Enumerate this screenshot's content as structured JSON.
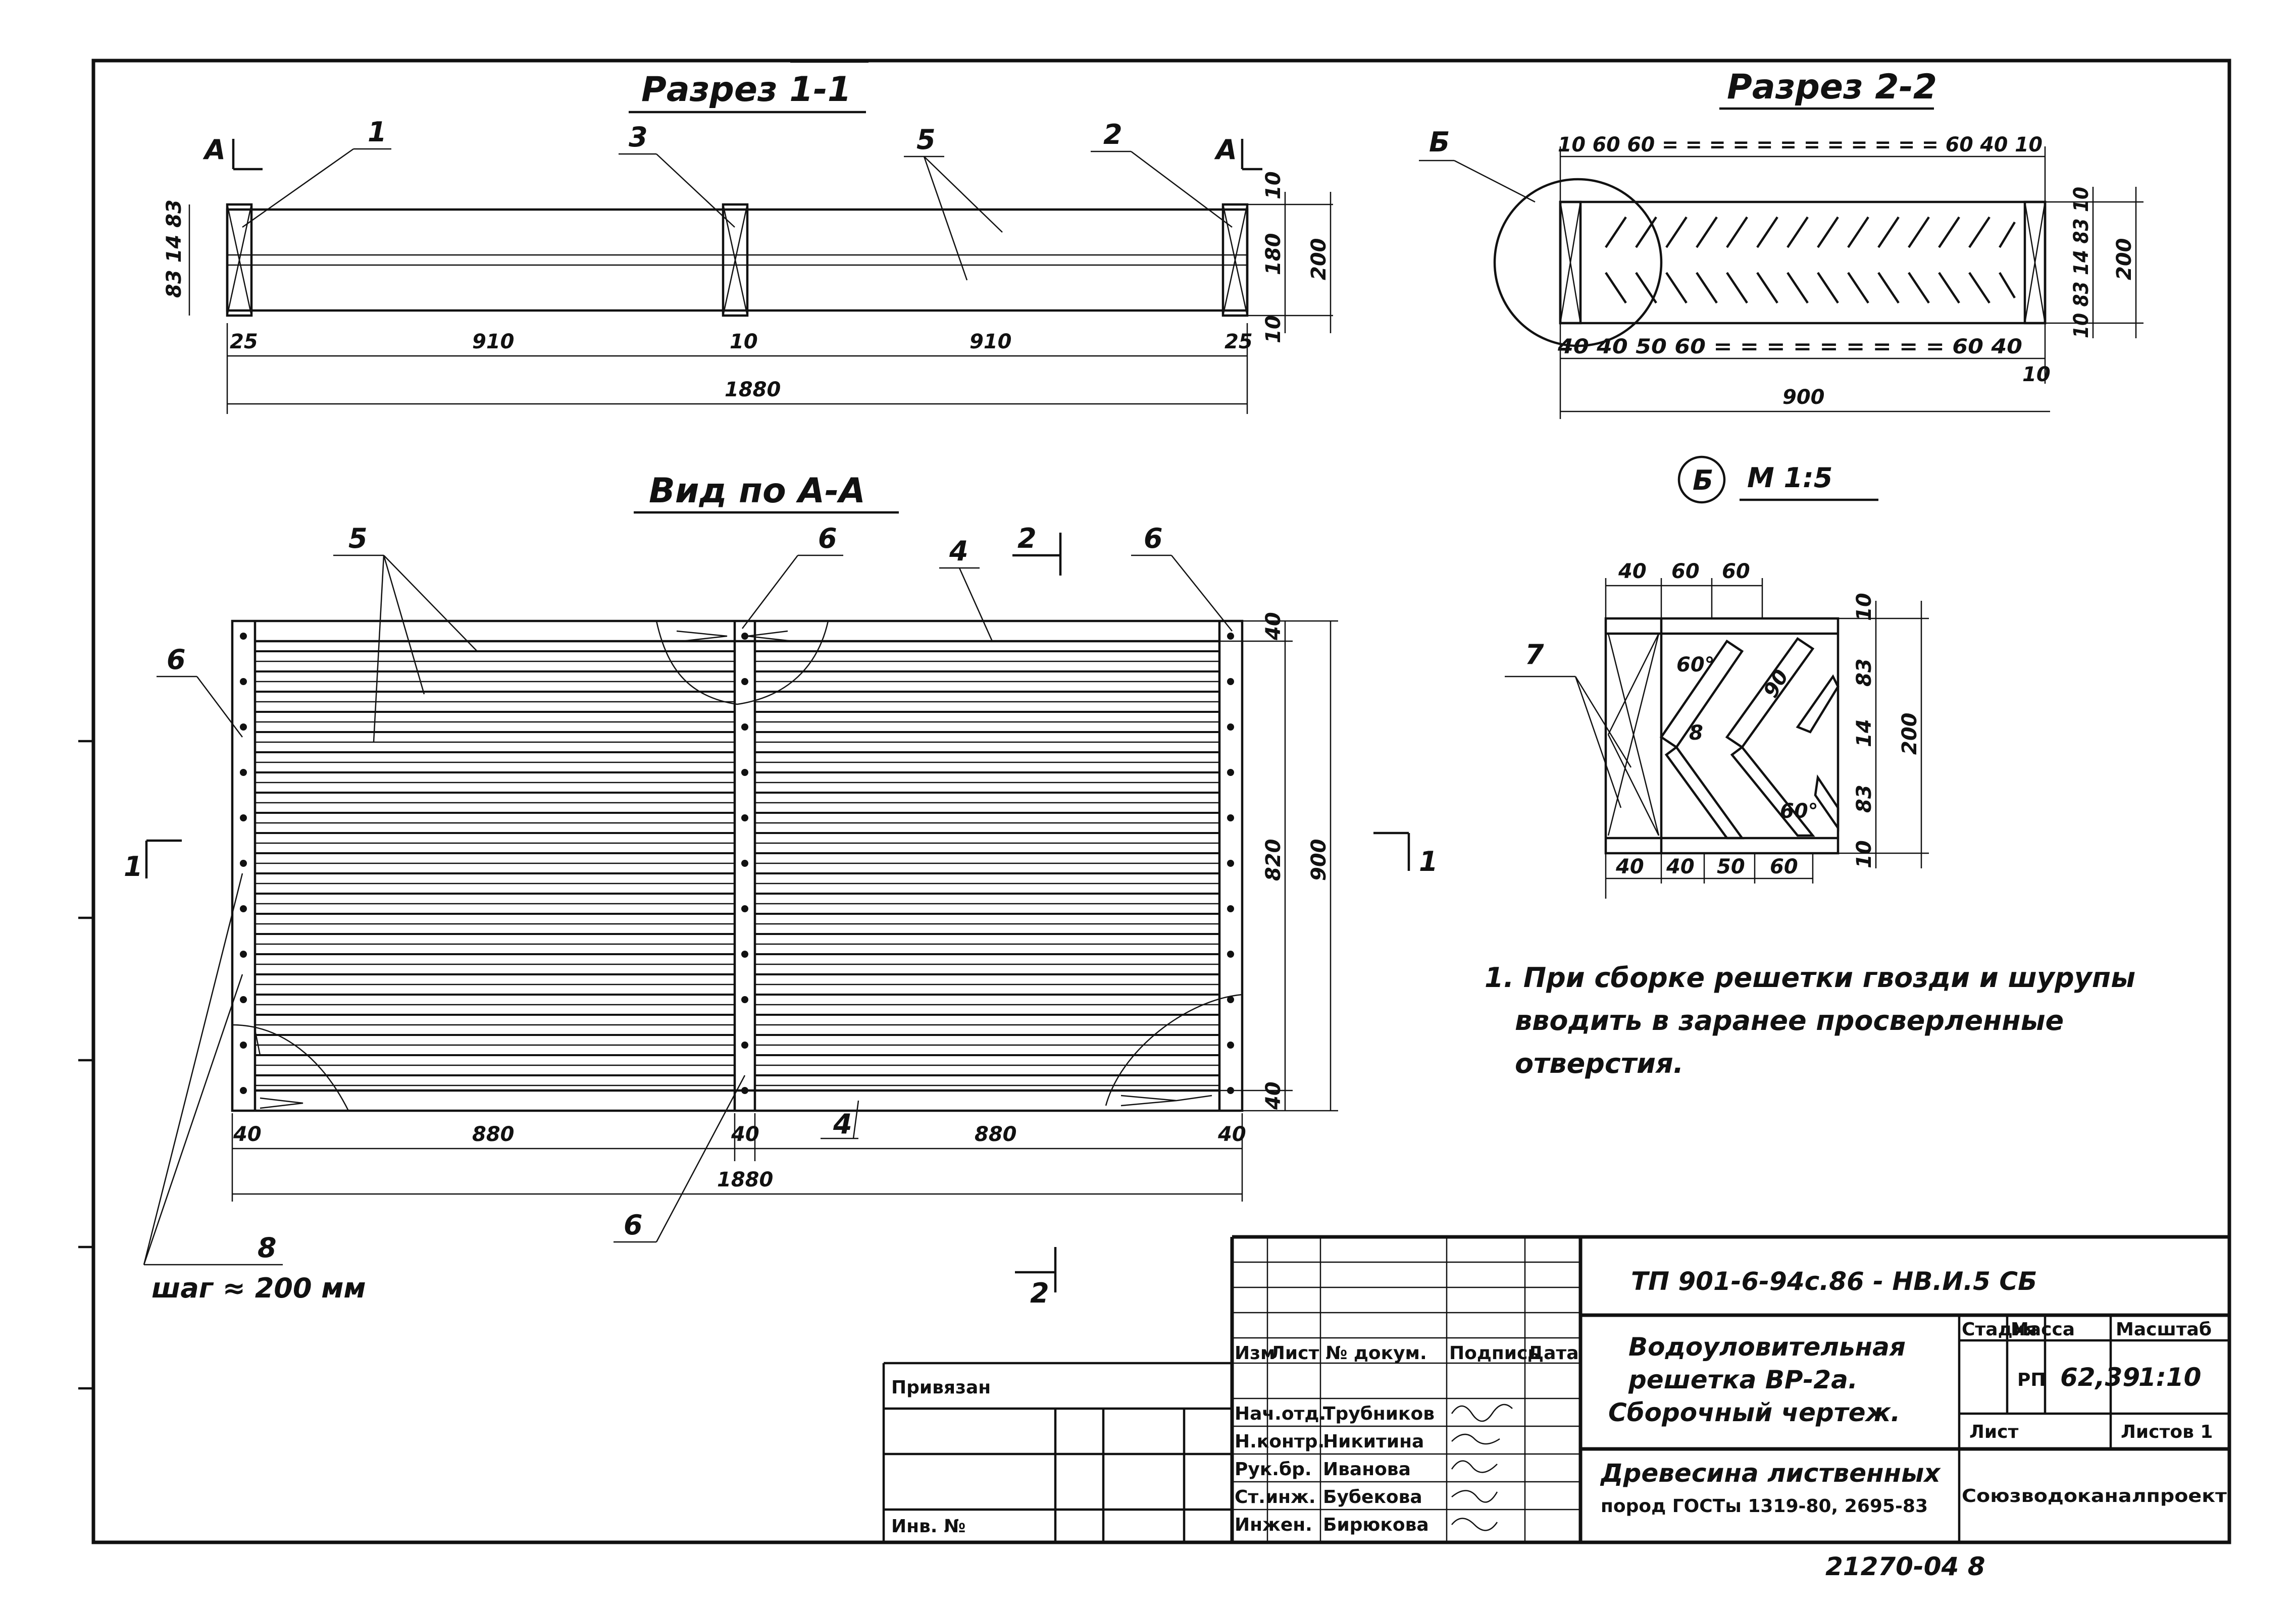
{
  "titles": {
    "section_1": "Разрез 1-1",
    "section_2": "Разрез 2-2",
    "view_aa": "Вид по А-А",
    "detail_label": "Б",
    "detail_scale": "М 1:5"
  },
  "markers": {
    "a_left": "А",
    "a_right": "А",
    "cut1_left": "1",
    "cut1_right": "1",
    "cut2_top": "2",
    "cut2_bottom": "2",
    "detail_ref": "Б"
  },
  "callouts": {
    "c1": "1",
    "c2": "2",
    "c3": "3",
    "c4_top": "4",
    "c4_bottom": "4",
    "c5_sec": "5",
    "c5_view": "5",
    "c6_left": "6",
    "c6_topmid": "6",
    "c6_topright": "6",
    "c6_bottom": "6",
    "c7": "7",
    "c8": "8",
    "step": "шаг ≈ 200 мм"
  },
  "section_1_dims": {
    "left_stack": "83 14 83",
    "d25_left": "25",
    "d910_left": "910",
    "d10": "10",
    "d910_right": "910",
    "d25_right": "25",
    "overall": "1880",
    "r10_top": "10",
    "r180": "180",
    "r200": "200",
    "r10_bottom": "10"
  },
  "section_2_dims": {
    "top_chain": "10 60 60 = = = = = = = = = = = = 60 40 10",
    "bottom_chain": "40 40 50 60 = = = = = = = = = 60 40",
    "overall": "900",
    "bottom_tail": "10",
    "right_stack": "10 83 14 83 10",
    "right_total": "200"
  },
  "detail_dims": {
    "top_a": "40",
    "top_b": "60",
    "top_c": "60",
    "bot_a": "40",
    "bot_b": "40",
    "bot_c": "50",
    "bot_d": "60",
    "right_a": "10",
    "right_b": "83",
    "right_c": "14",
    "right_d": "83",
    "right_e": "10",
    "total": "200",
    "angle_top": "60°",
    "angle_bottom": "60°",
    "len_90": "90",
    "dim_8": "8"
  },
  "view_dims": {
    "b40_left": "40",
    "b880_left": "880",
    "b40_mid": "40",
    "b880_right": "880",
    "b40_right": "40",
    "overall": "1880",
    "r40_top": "40",
    "r820": "820",
    "r900": "900",
    "r40_bottom": "40"
  },
  "note": {
    "line1": "1. При сборке решетки гвозди и шурупы",
    "line2": "вводить в заранее просверленные",
    "line3": "отверстия."
  },
  "title_block": {
    "doc_code": "ТП 901-6-94с.86 - НВ.И.5 СБ",
    "header_cols": [
      "Изм",
      "Лист",
      "№ докум.",
      "Подпись",
      "Дата"
    ],
    "signers": [
      {
        "role": "Нач.отд.",
        "name": "Трубников"
      },
      {
        "role": "Н.контр.",
        "name": "Никитина"
      },
      {
        "role": "Рук.бр.",
        "name": "Иванова"
      },
      {
        "role": "Ст.инж.",
        "name": "Бубекова"
      },
      {
        "role": "Инжен.",
        "name": "Бирюкова"
      }
    ],
    "name_line1": "Водоуловительная",
    "name_line2": "решетка ВР-2а.",
    "name_line3": "Сборочный чертеж.",
    "stage_h": "Стадия",
    "mass_h": "Масса",
    "scale_h": "Масштаб",
    "stage_v": "РП",
    "mass_v": "62,39",
    "scale_v": "1:10",
    "sheet_h": "Лист",
    "sheets_h": "Листов 1",
    "material_line1": "Древесина лиственных",
    "material_line2": "пород  ГОСТы 1319-80, 2695-83",
    "org": "Союзводоканалпроект",
    "privyazan": "Привязан",
    "inv": "Инв. №",
    "archive": "21270-04  8"
  }
}
